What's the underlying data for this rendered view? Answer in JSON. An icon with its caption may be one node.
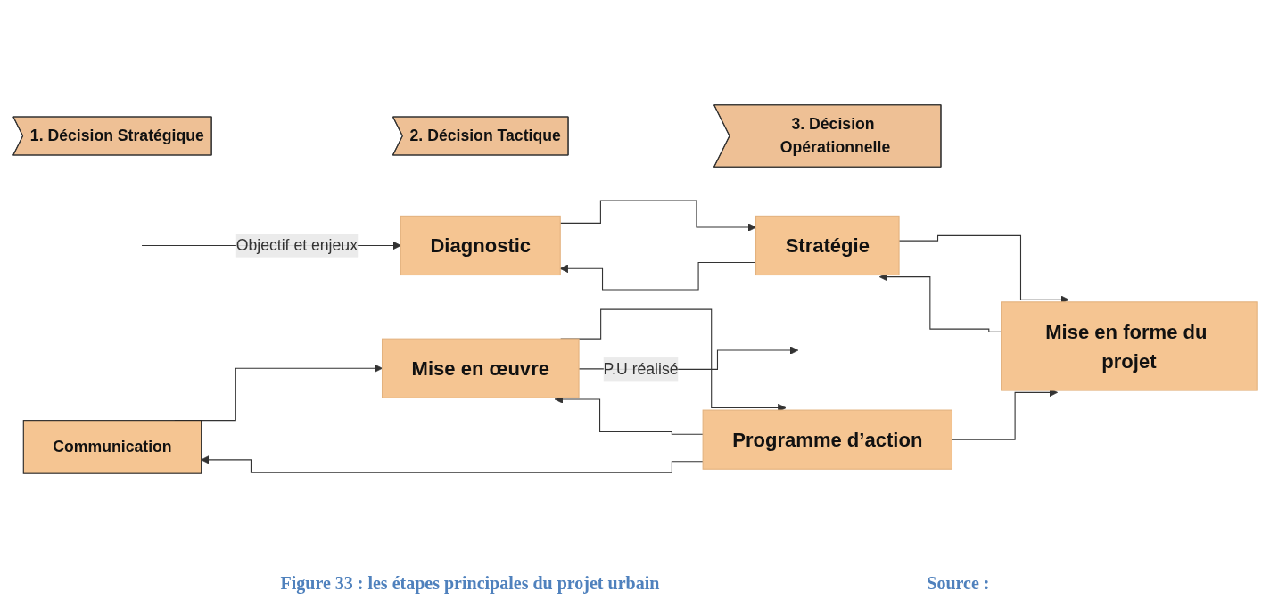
{
  "diagram": {
    "caption": "Figure 33 : les étapes principales du projet urbain",
    "nodes": [
      {
        "text": [
          "1. Décision Stratégique"
        ]
      },
      {
        "text": [
          "2. Décision Tactique"
        ]
      },
      {
        "text": [
          "3. Décision Opérationnelle"
        ]
      },
      {
        "text": [
          "Diagnostic"
        ]
      },
      {
        "text": [
          "Stratégie"
        ]
      },
      {
        "text": [
          "Mise en forme du projet"
        ]
      },
      {
        "text": [
          "Communication"
        ]
      },
      {
        "text": [
          "Programme d’action"
        ]
      },
      {
        "text": [
          "Mise en œuvre"
        ]
      }
    ],
    "edges": [
      {
        "from": null,
        "to": 3,
        "arrow": "to",
        "label": "Objectif et enjeux"
      },
      {
        "from": 3,
        "to": 4,
        "arrow": "to"
      },
      {
        "from": 4,
        "to": 3,
        "arrow": "to"
      },
      {
        "from": 4,
        "to": 5,
        "arrow": "to"
      },
      {
        "from": 5,
        "to": 4,
        "arrow": "to"
      },
      {
        "from": 7,
        "to": 5,
        "arrow": "to"
      },
      {
        "from": 7,
        "to": 6,
        "arrow": "to"
      },
      {
        "from": 6,
        "to": 8,
        "arrow": "to"
      },
      {
        "from": 7,
        "to": 8,
        "arrow": "to"
      },
      {
        "from": 8,
        "to": 7,
        "arrow": "to"
      },
      {
        "from": 8,
        "to": null,
        "arrow": "to",
        "label": "P.U réalisé"
      }
    ],
    "labels": [
      "Source :"
    ]
  }
}
